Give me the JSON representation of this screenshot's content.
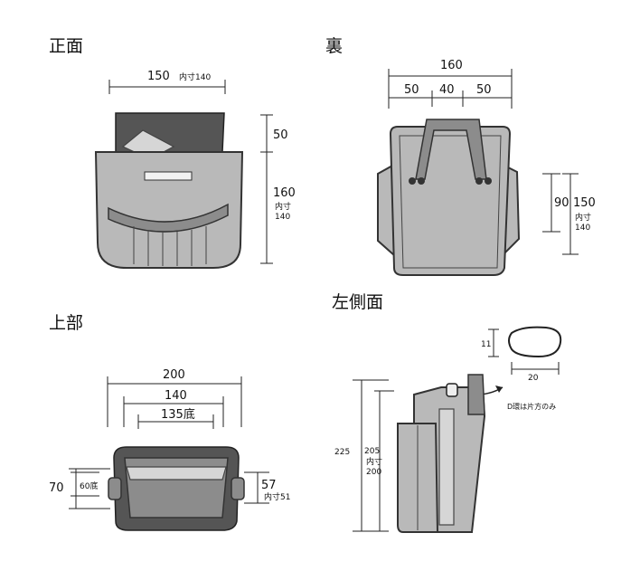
{
  "sections": {
    "front": {
      "title": "正面"
    },
    "back": {
      "title": "裏"
    },
    "top": {
      "title": "上部"
    },
    "side": {
      "title": "左側面"
    }
  },
  "front": {
    "width": "150",
    "width_inner": "内寸140",
    "top_height": "50",
    "body_height": "160",
    "body_inner_label": "内寸",
    "body_inner": "140"
  },
  "back": {
    "width": "160",
    "seg_left": "50",
    "seg_mid": "40",
    "seg_right": "50",
    "height_small": "90",
    "height_large": "150",
    "inner_label": "内寸",
    "inner": "140"
  },
  "top": {
    "width_outer": "200",
    "width_mid": "140",
    "width_bottom": "135底",
    "depth": "70",
    "depth_bottom": "60底",
    "depth_right": "57",
    "depth_right_inner": "内寸51"
  },
  "side": {
    "height_total": "225",
    "height_body": "205",
    "inner_label": "内寸",
    "inner": "200",
    "ring_height": "11",
    "ring_width": "20",
    "ring_note": "D環は片方のみ"
  }
}
